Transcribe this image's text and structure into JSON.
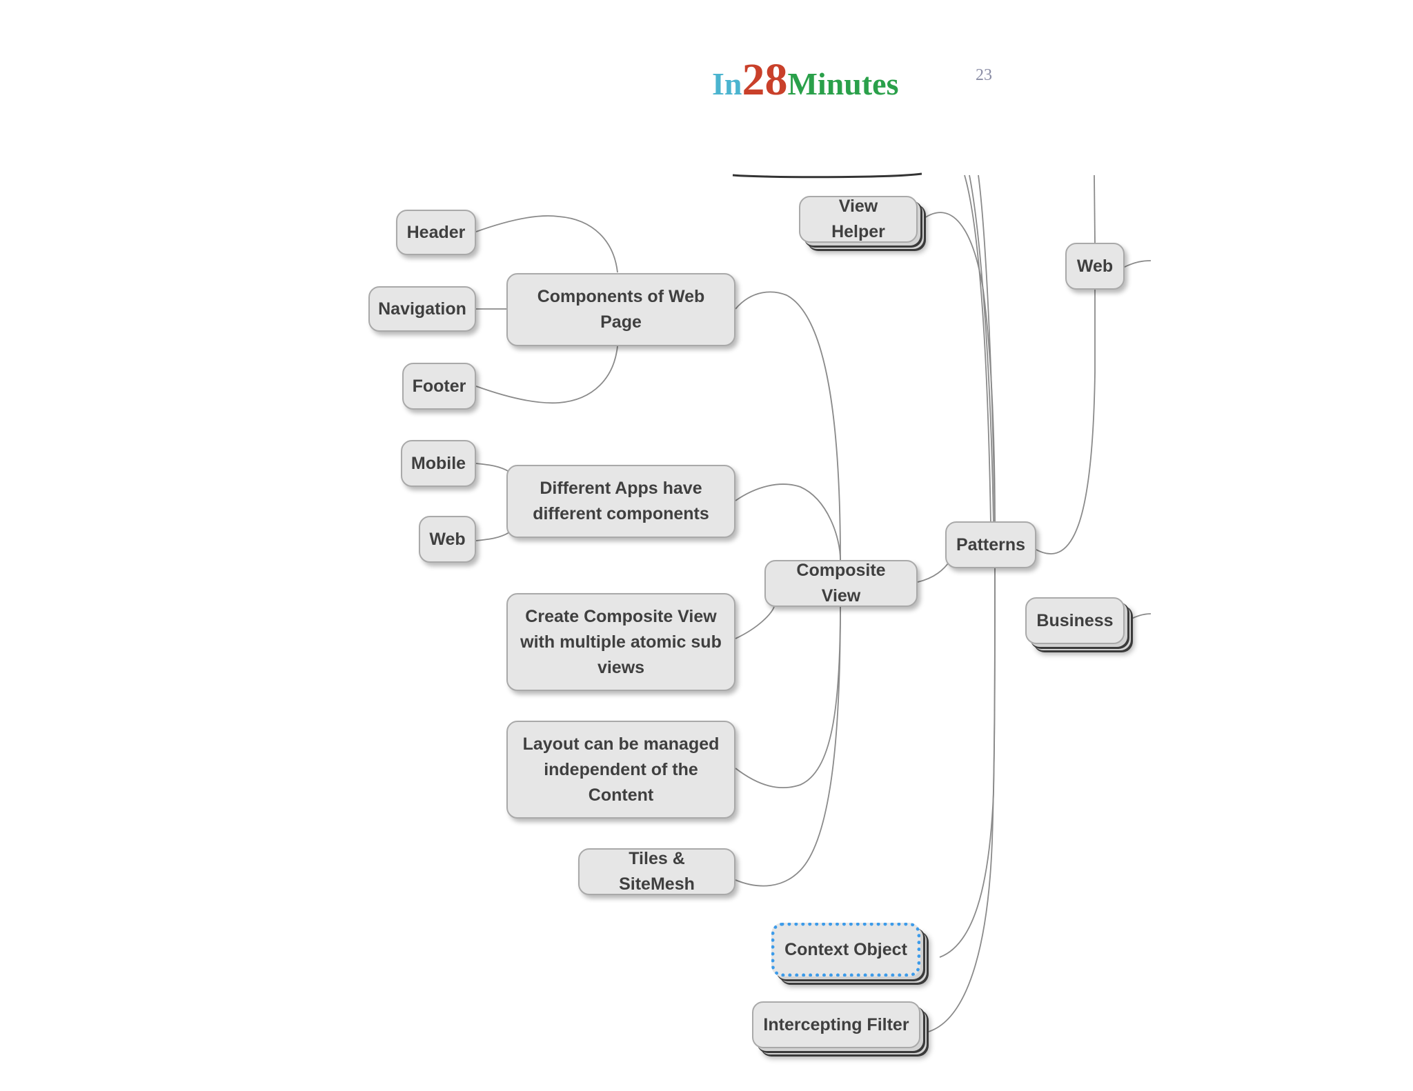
{
  "header": {
    "logo_in": "In",
    "logo_num": "28",
    "logo_minutes": "Minutes",
    "page_number": "23"
  },
  "colors": {
    "logo_in": "#4bb4cf",
    "logo_num": "#c9402a",
    "logo_minutes": "#2aa04a",
    "node_fill": "#e6e6e6",
    "node_border": "#a9a9a9",
    "node_text": "#3f3f3f",
    "connector": "#8a8a8a",
    "selection": "#3d9be9"
  },
  "mindmap": {
    "header": "Header",
    "navigation": "Navigation",
    "footer": "Footer",
    "components_of_web_page": "Components of Web Page",
    "mobile": "Mobile",
    "web_left": "Web",
    "different_apps": "Different Apps have different components",
    "create_composite_view": "Create Composite View with multiple atomic sub views",
    "layout_managed": "Layout can be managed independent of the Content",
    "tiles_sitemesh": "Tiles & SiteMesh",
    "composite_view": "Composite View",
    "view_helper": "View Helper",
    "context_object": "Context Object",
    "intercepting_filter": "Intercepting Filter",
    "patterns": "Patterns",
    "web_right": "Web",
    "business": "Business"
  }
}
